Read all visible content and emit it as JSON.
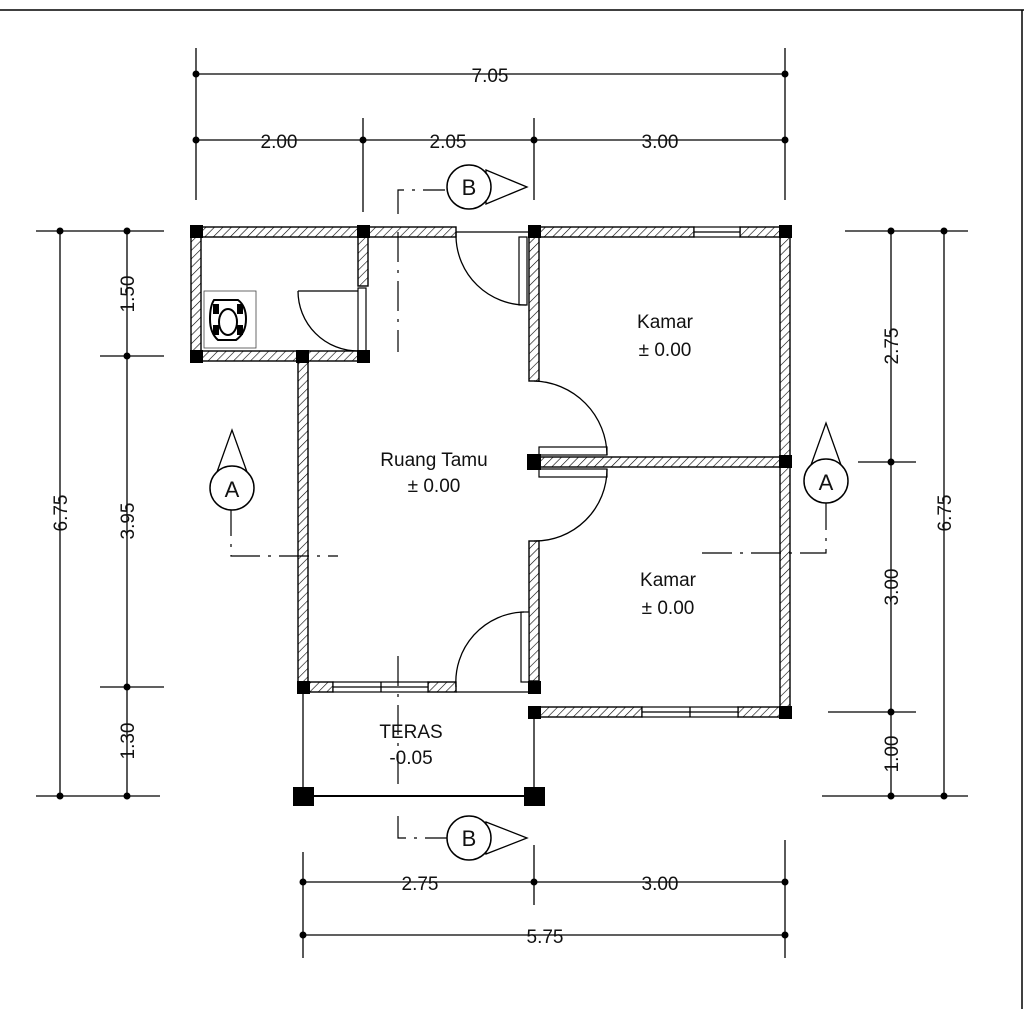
{
  "dimensions": {
    "top_total": "7.05",
    "top_seg_1": "2.00",
    "top_seg_2": "2.05",
    "top_seg_3": "3.00",
    "bottom_seg_1": "2.75",
    "bottom_seg_2": "3.00",
    "bottom_total": "5.75",
    "left_total": "6.75",
    "left_seg_1": "1.50",
    "left_seg_2": "3.95",
    "left_seg_3": "1.30",
    "right_total": "6.75",
    "right_seg_1": "2.75",
    "right_seg_2": "3.00",
    "right_seg_3": "1.00"
  },
  "rooms": {
    "living": {
      "name": "Ruang Tamu",
      "level": "± 0.00"
    },
    "bedroom_top": {
      "name": "Kamar",
      "level": "± 0.00"
    },
    "bedroom_bottom": {
      "name": "Kamar",
      "level": "± 0.00"
    },
    "terrace": {
      "name": "TERAS",
      "level": "-0.05"
    }
  },
  "section_markers": {
    "a_left": "A",
    "a_right": "A",
    "b_top": "B",
    "b_bottom": "B"
  },
  "icons": [
    "squat-toilet-icon",
    "section-marker-a-icon",
    "section-marker-b-icon"
  ]
}
